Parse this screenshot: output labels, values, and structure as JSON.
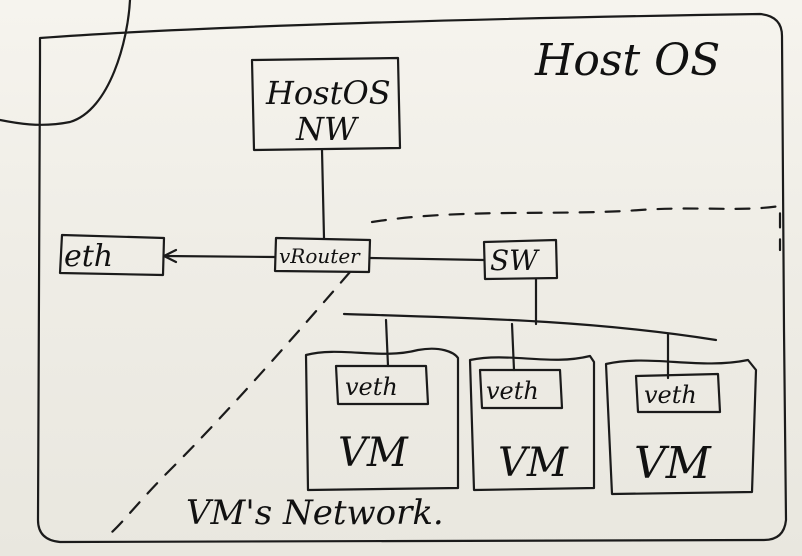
{
  "diagram": {
    "host_os_label": "Host OS",
    "host_nw_line1": "HostOS",
    "host_nw_line2": "NW",
    "eth_label": "eth",
    "router_label": "vRouter",
    "switch_label": "SW",
    "vms": [
      {
        "veth_label": "veth",
        "vm_label": "VM"
      },
      {
        "veth_label": "veth",
        "vm_label": "VM"
      },
      {
        "veth_label": "veth",
        "vm_label": "VM"
      }
    ],
    "vm_network_label": "VM's Network."
  }
}
